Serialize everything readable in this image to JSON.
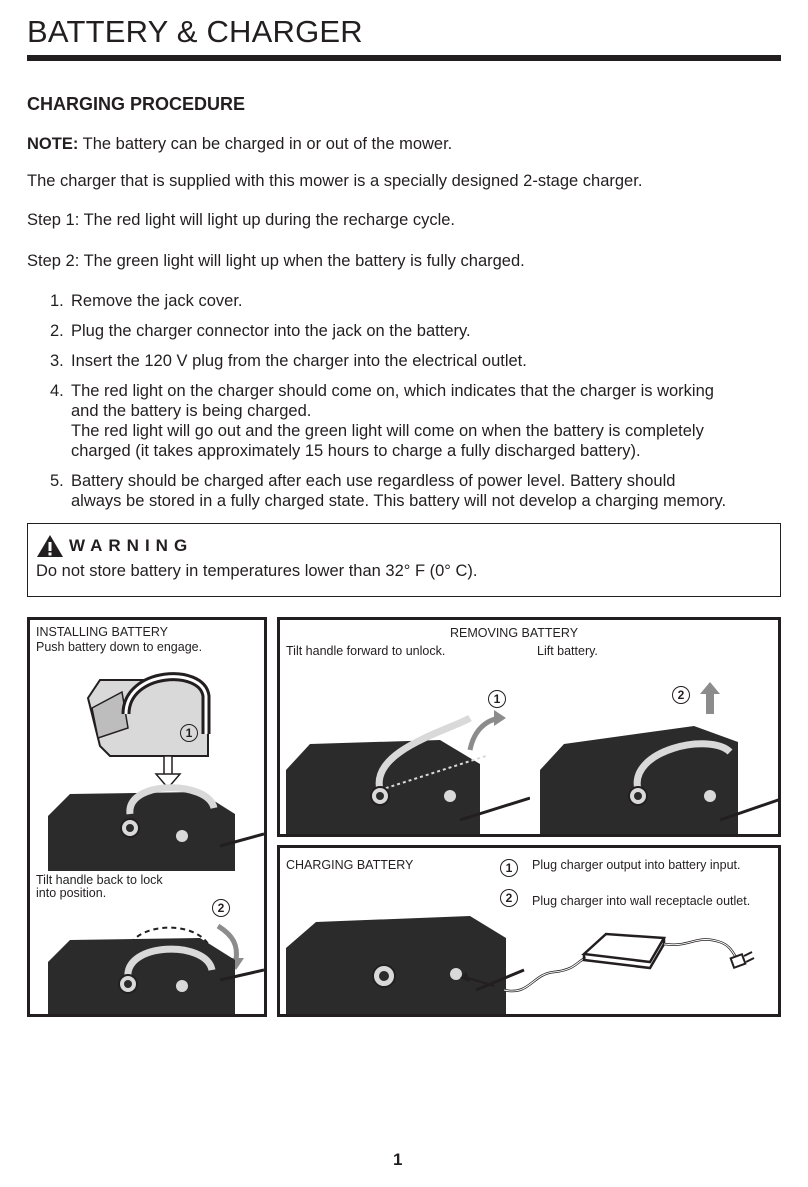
{
  "header": {
    "title": "BATTERY & CHARGER"
  },
  "section": {
    "heading": "CHARGING PROCEDURE"
  },
  "intro": {
    "note_label": "NOTE:",
    "note_text": " The battery can be charged in or out of the mower.",
    "charger_text": "The charger that is supplied with this mower is a specially designed 2-stage charger.",
    "step1": "Step 1: The red light will light up during the recharge cycle.",
    "step2": "Step 2: The green light will light up when the battery is fully charged."
  },
  "steps": [
    {
      "num": "1.",
      "lines": [
        "Remove the jack cover."
      ]
    },
    {
      "num": "2.",
      "lines": [
        "Plug the charger connector into the jack on the battery."
      ]
    },
    {
      "num": "3.",
      "lines": [
        "Insert the 120 V plug from the charger into the electrical outlet."
      ]
    },
    {
      "num": "4.",
      "lines": [
        "The red light on the charger should come on, which indicates that the charger is working",
        "and the battery is being charged.",
        "The red light will go out and the green light will come on when the battery is completely",
        "charged (it takes approximately 15 hours to charge a fully discharged battery)."
      ]
    },
    {
      "num": "5.",
      "lines": [
        "Battery should be charged after each use regardless of power level. Battery should",
        "always be stored in a fully charged state. This battery will not develop a charging memory."
      ]
    }
  ],
  "warning": {
    "label": "WARNING",
    "text": "Do not store battery in temperatures lower than 32° F (0° C)."
  },
  "figures": {
    "installing": {
      "title": "INSTALLING BATTERY",
      "caption1": "Push battery down to engage.",
      "caption2a": "Tilt handle back to lock",
      "caption2b": "into position.",
      "marker1": "1",
      "marker2": "2"
    },
    "removing": {
      "title": "REMOVING BATTERY",
      "caption1": "Tilt handle forward to unlock.",
      "caption2": "Lift battery.",
      "marker1": "1",
      "marker2": "2"
    },
    "charging": {
      "title": "CHARGING BATTERY",
      "marker1": "1",
      "step1": "Plug charger output into battery input.",
      "marker2": "2",
      "step2": "Plug charger into wall receptacle outlet."
    }
  },
  "footer": {
    "page_number": "1"
  },
  "colors": {
    "ink": "#231f20",
    "battery_dark": "#2b2b2b",
    "battery_light": "#d9d9d9",
    "arrow_gray": "#8c8c8c"
  }
}
